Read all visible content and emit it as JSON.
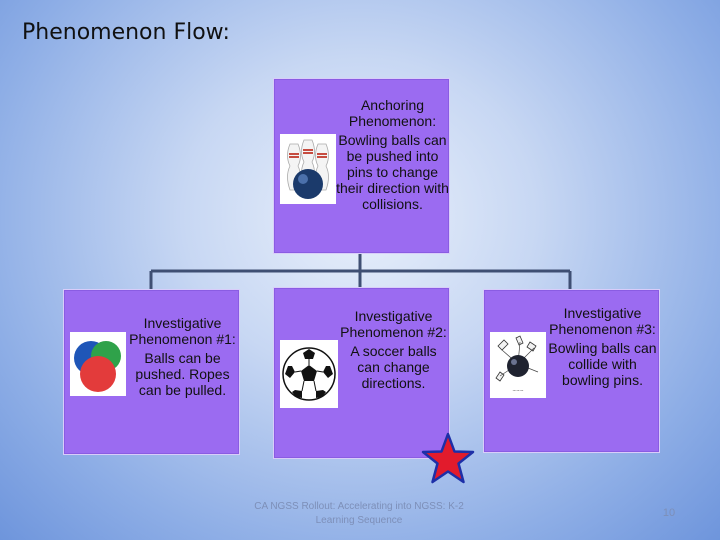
{
  "slide": {
    "title": "Phenomenon Flow:",
    "footer": "CA NGSS Rollout: Accelerating into NGSS: K-2 Learning Sequence",
    "page_number": "10"
  },
  "colors": {
    "card_fill": "#9b6bf1",
    "connector": "#3f4f73",
    "star_fill": "#e21b2c",
    "star_outline": "#1d2fa8"
  },
  "diagram": {
    "anchor": {
      "heading": "Anchoring Phenomenon:",
      "text": "Bowling balls can be pushed into pins to change their direction with collisions.",
      "icon": "bowling-pins-icon"
    },
    "investigations": [
      {
        "heading": "Investigative Phenomenon #1:",
        "text": "Balls can be pushed. Ropes can be pulled.",
        "icon": "colored-balls-icon"
      },
      {
        "heading": "Investigative Phenomenon #2:",
        "text": "A soccer balls can change directions.",
        "icon": "soccer-ball-icon"
      },
      {
        "heading": "Investigative Phenomenon #3:",
        "text": "Bowling balls can collide with bowling pins.",
        "icon": "bowling-collision-icon"
      }
    ],
    "marker": "star-icon"
  }
}
